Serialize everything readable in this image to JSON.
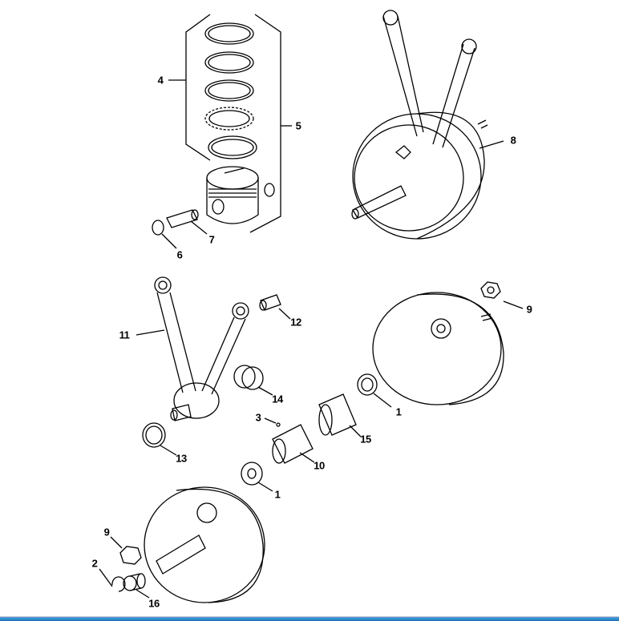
{
  "diagram": {
    "callouts": [
      {
        "id": "c4",
        "text": "4"
      },
      {
        "id": "c5",
        "text": "5"
      },
      {
        "id": "c8",
        "text": "8"
      },
      {
        "id": "c6",
        "text": "6"
      },
      {
        "id": "c7",
        "text": "7"
      },
      {
        "id": "c11",
        "text": "11"
      },
      {
        "id": "c12",
        "text": "12"
      },
      {
        "id": "c9a",
        "text": "9"
      },
      {
        "id": "c14",
        "text": "14"
      },
      {
        "id": "c1a",
        "text": "1"
      },
      {
        "id": "c3",
        "text": "3"
      },
      {
        "id": "c15",
        "text": "15"
      },
      {
        "id": "c13",
        "text": "13"
      },
      {
        "id": "c10",
        "text": "10"
      },
      {
        "id": "c1b",
        "text": "1"
      },
      {
        "id": "c9b",
        "text": "9"
      },
      {
        "id": "c2",
        "text": "2"
      },
      {
        "id": "c16",
        "text": "16"
      }
    ]
  },
  "colors": {
    "line": "#000000",
    "footer_bar": "#2a86c8"
  }
}
